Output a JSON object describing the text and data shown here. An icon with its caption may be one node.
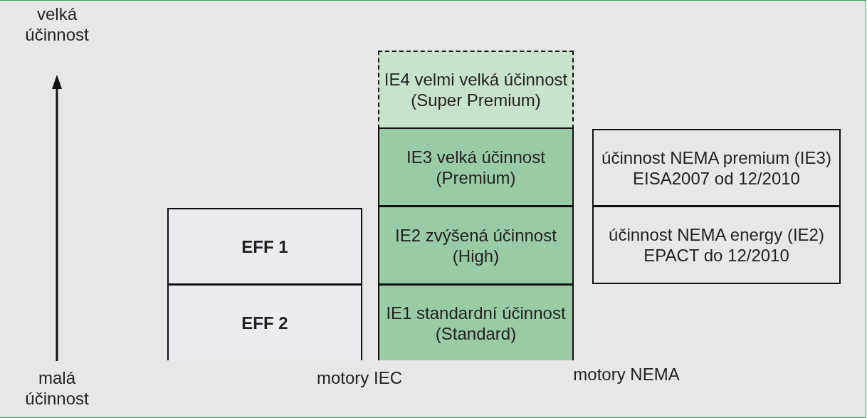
{
  "diagram": {
    "nodes": [
      {
        "text": [
          "IE4 velmi velká účinnost (Super Premium)"
        ]
      },
      {
        "text": [
          "IE3 velká účinnost (Premium)"
        ]
      },
      {
        "text": [
          "účinnost NEMA premium (IE3) EISA2007 od 12/2010"
        ]
      },
      {
        "text": [
          "EFF 1"
        ]
      },
      {
        "text": [
          "IE2 zvýšená účinnost (High)"
        ]
      },
      {
        "text": [
          "účinnost NEMA energy (IE2) EPACT do 12/2010"
        ]
      },
      {
        "text": [
          "EFF 2"
        ]
      },
      {
        "text": [
          "IE1 standardní účinnost (Standard)"
        ]
      }
    ],
    "labels": [
      "velká účinnost",
      "malá účinnost",
      "motory IEC",
      "motory NEMA"
    ]
  }
}
